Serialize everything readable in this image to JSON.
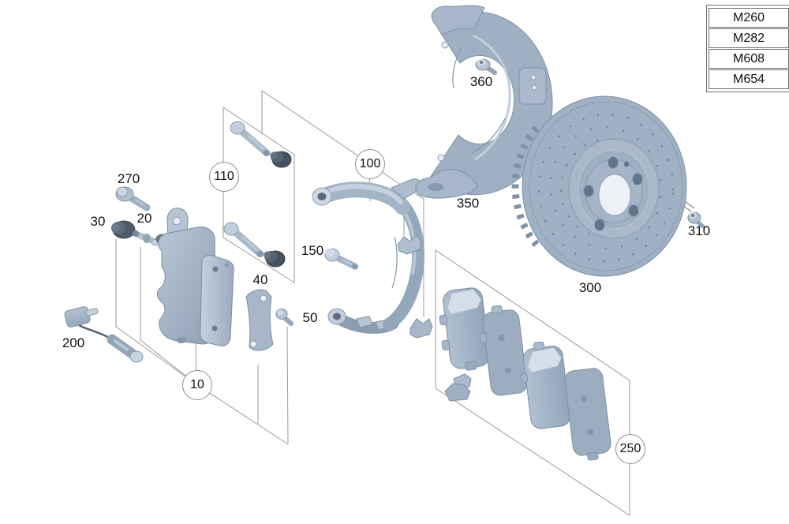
{
  "legend": {
    "rows": [
      "M260",
      "M282",
      "M608",
      "M654"
    ]
  },
  "callouts": {
    "caliper_group": "10",
    "bleeder_valve": "20",
    "bleeder_cap": "30",
    "pad_retainer_plate": "40",
    "retainer_screw": "50",
    "caliper_carrier": "100",
    "guide_pin_kit": "110",
    "carrier_bolt": "150",
    "wear_sensor": "200",
    "brake_pad_set": "250",
    "caliper_bolt": "270",
    "brake_disc": "300",
    "disc_locating_screw": "310",
    "dust_shield": "350",
    "shield_bolt": "360"
  },
  "colors": {
    "part_base": "#a2b3c6",
    "part_dark": "#46525f",
    "leader_line": "#9a9a9a",
    "label_text": "#111111",
    "background": "#ffffff"
  }
}
